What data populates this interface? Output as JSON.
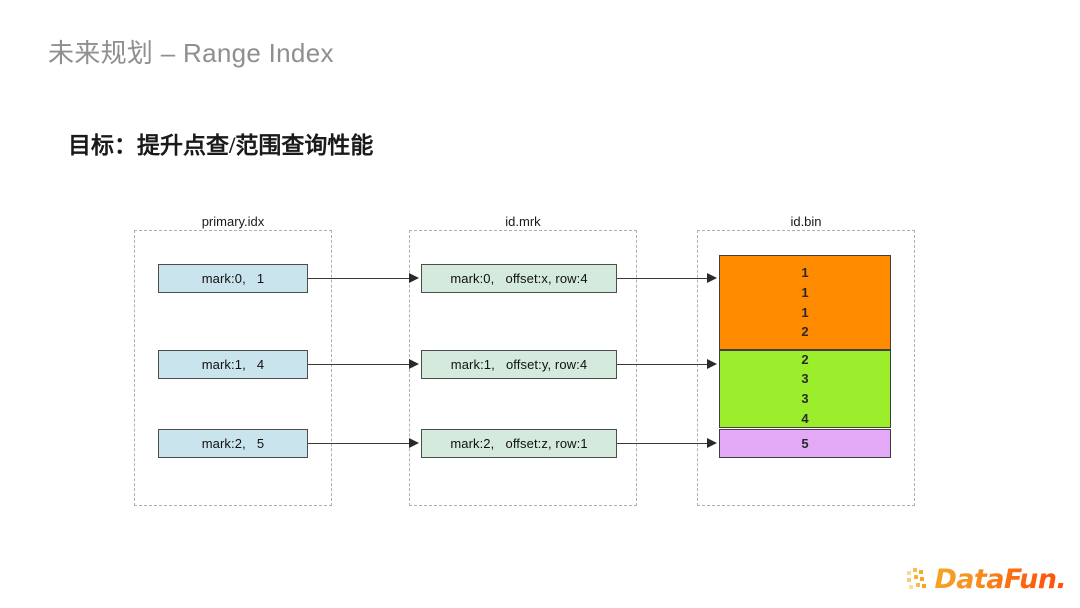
{
  "slide": {
    "title": "未来规划 – Range Index",
    "subtitle": "目标：提升点查/范围查询性能"
  },
  "diagram": {
    "columns": [
      {
        "id": "primary-idx",
        "label": "primary.idx",
        "nodes": [
          {
            "text": "mark:0,   1"
          },
          {
            "text": "mark:1,   4"
          },
          {
            "text": "mark:2,   5"
          }
        ]
      },
      {
        "id": "id-mrk",
        "label": "id.mrk",
        "nodes": [
          {
            "text": "mark:0,   offset:x, row:4"
          },
          {
            "text": "mark:1,   offset:y, row:4"
          },
          {
            "text": "mark:2,   offset:z, row:1"
          }
        ]
      },
      {
        "id": "id-bin",
        "label": "id.bin",
        "blocks": [
          {
            "color": "#ff8c00",
            "values": [
              "1",
              "1",
              "1",
              "2"
            ]
          },
          {
            "color": "#9ced2b",
            "values": [
              "2",
              "3",
              "3",
              "4"
            ]
          },
          {
            "color": "#e3a9f7",
            "values": [
              "5"
            ]
          }
        ]
      }
    ]
  },
  "logo": {
    "text": "DataFun.",
    "accent": "#f7a61b"
  }
}
